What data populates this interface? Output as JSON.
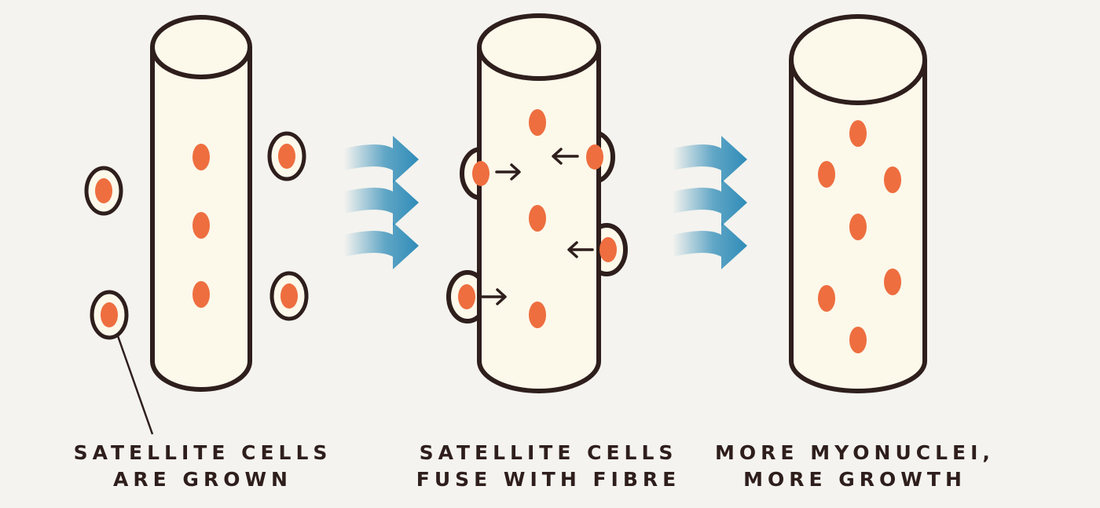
{
  "stages": [
    {
      "caption_lines": [
        "SATELLITE CELLS",
        "ARE GROWN"
      ],
      "myonuclei_count": 3,
      "satellite_cells_count": 4
    },
    {
      "caption_lines": [
        "SATELLITE CELLS",
        "FUSE WITH FIBRE"
      ],
      "myonuclei_count": 3,
      "fusing_cells_count": 4
    },
    {
      "caption_lines": [
        "MORE MYONUCLEI,",
        "MORE GROWTH"
      ],
      "myonuclei_count": 7
    }
  ],
  "colors": {
    "background": "#f4f3ef",
    "fibre_fill": "#fcf8ea",
    "outline": "#2e1e1c",
    "nucleus": "#ee6e3f",
    "flow_arrow": "#2f8cb8",
    "caption_text": "#2e1e1c"
  },
  "icons": {
    "flow_arrow": "flow-arrow-icon",
    "fusion_arrow": "fusion-arrow-icon"
  }
}
